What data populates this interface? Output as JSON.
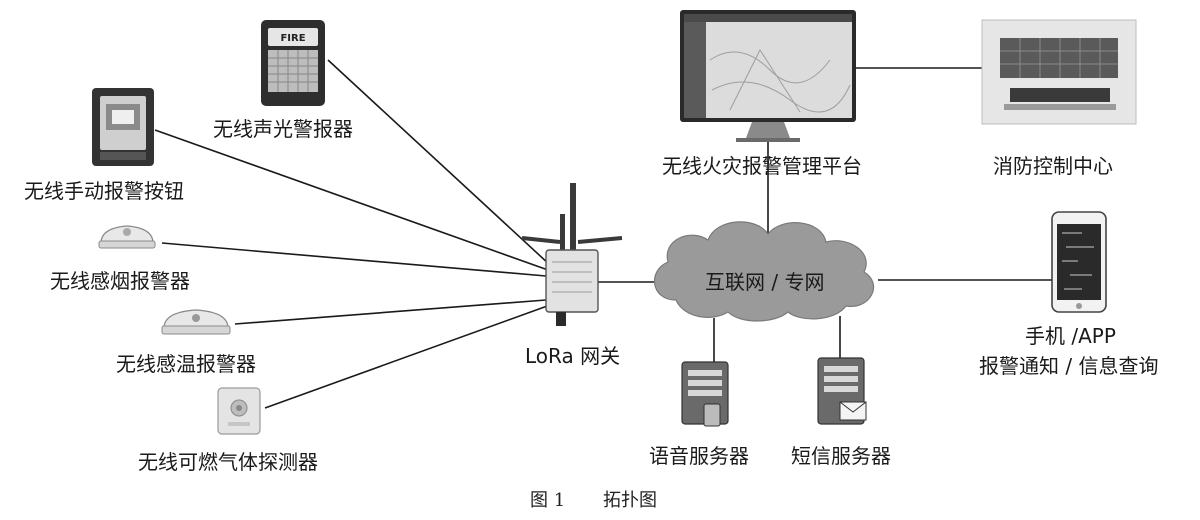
{
  "labels": {
    "sound_light_alarm": "无线声光警报器",
    "manual_button": "无线手动报警按钮",
    "smoke_alarm": "无线感烟报警器",
    "heat_alarm": "无线感温报警器",
    "gas_detector": "无线可燃气体探测器",
    "gateway": "LoRa 网关",
    "cloud": "互联网 / 专网",
    "platform": "无线火灾报警管理平台",
    "control_center": "消防控制中心",
    "mobile_line1": "手机 /APP",
    "mobile_line2": "报警通知 / 信息查询",
    "voice_server": "语音服务器",
    "sms_server": "短信服务器",
    "figure_number": "图 1",
    "figure_title": "拓扑图"
  },
  "device_text": {
    "fire_sign": "FIRE"
  },
  "colors": {
    "line": "#1a1a1a",
    "cloud_fill": "#9a9a9a",
    "device_dark": "#3a3a3a",
    "device_light": "#d9d9d9"
  }
}
